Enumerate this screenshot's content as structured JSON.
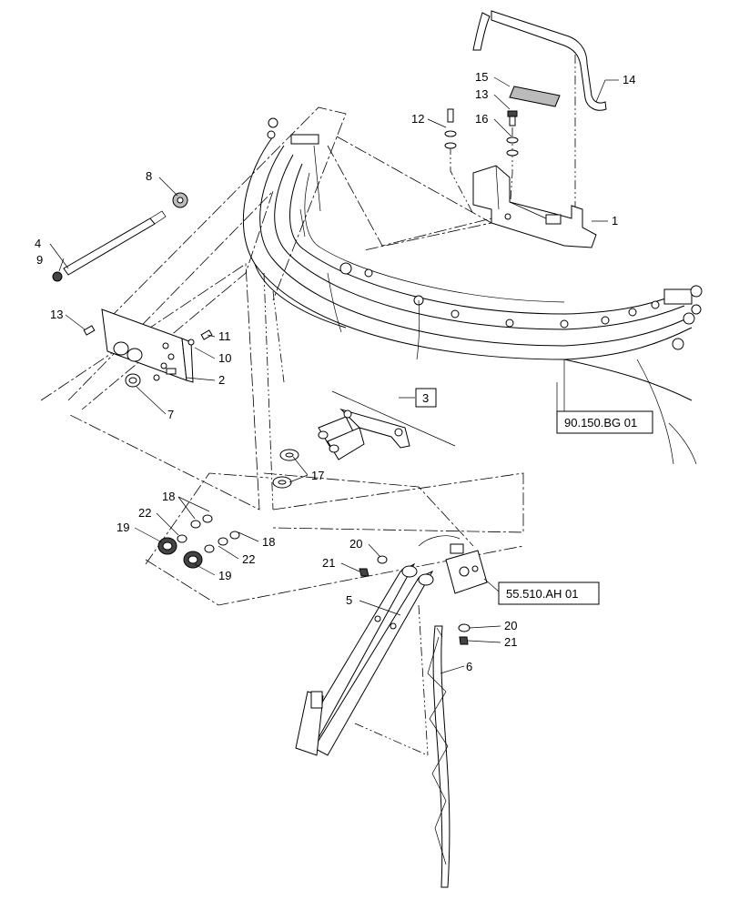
{
  "callouts": [
    "1",
    "2",
    "3",
    "4",
    "5",
    "6",
    "7",
    "8",
    "9",
    "10",
    "11",
    "12",
    "13",
    "13",
    "14",
    "15",
    "16",
    "17",
    "18",
    "18",
    "19",
    "19",
    "20",
    "20",
    "21",
    "21",
    "22",
    "22"
  ],
  "references": {
    "boom_ref": "90.150.BG 01",
    "valve_ref": "55.510.AH 01",
    "assembly_ref": "3"
  }
}
